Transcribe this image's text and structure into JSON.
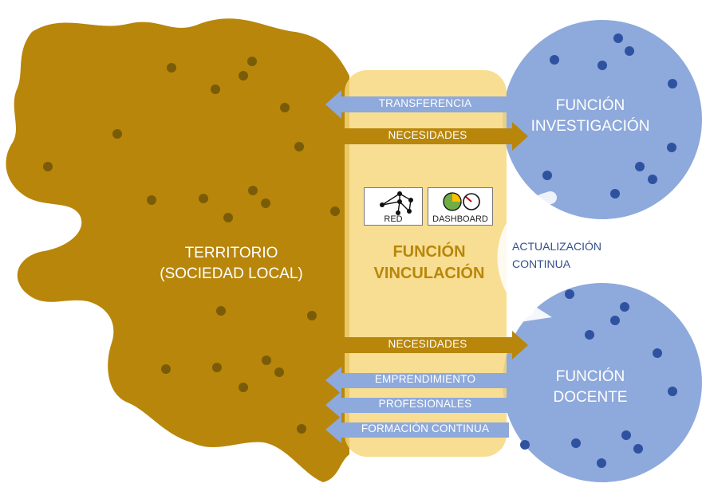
{
  "territory": {
    "line1": "TERRITORIO",
    "line2": "(SOCIEDAD LOCAL)",
    "color": "#b8860b"
  },
  "vinculacion": {
    "line1": "FUNCIÓN",
    "line2": "VINCULACIÓN",
    "color": "#f6d77a"
  },
  "investigacion": {
    "line1": "FUNCIÓN",
    "line2": "INVESTIGACIÓN",
    "color": "#8ea9db"
  },
  "docente": {
    "line1": "FUNCIÓN",
    "line2": "DOCENTE",
    "color": "#8ea9db"
  },
  "actualizacion": {
    "line1": "ACTUALIZACIÓN",
    "line2": "CONTINUA"
  },
  "arrows": {
    "transferencia": "TRANSFERENCIA",
    "necesidades_top": "NECESIDADES",
    "necesidades_bottom": "NECESIDADES",
    "emprendimiento": "EMPRENDIMIENTO",
    "profesionales": "PROFESIONALES",
    "formacion": "FORMACIÓN CONTINUA"
  },
  "icons": {
    "red": "RED",
    "dashboard": "DASHBOARD"
  },
  "colors": {
    "dot_territory": "#7a5c08",
    "dot_circle": "#2f52a0",
    "arrow_blue": "#8ea9db",
    "arrow_gold": "#b8860b"
  }
}
